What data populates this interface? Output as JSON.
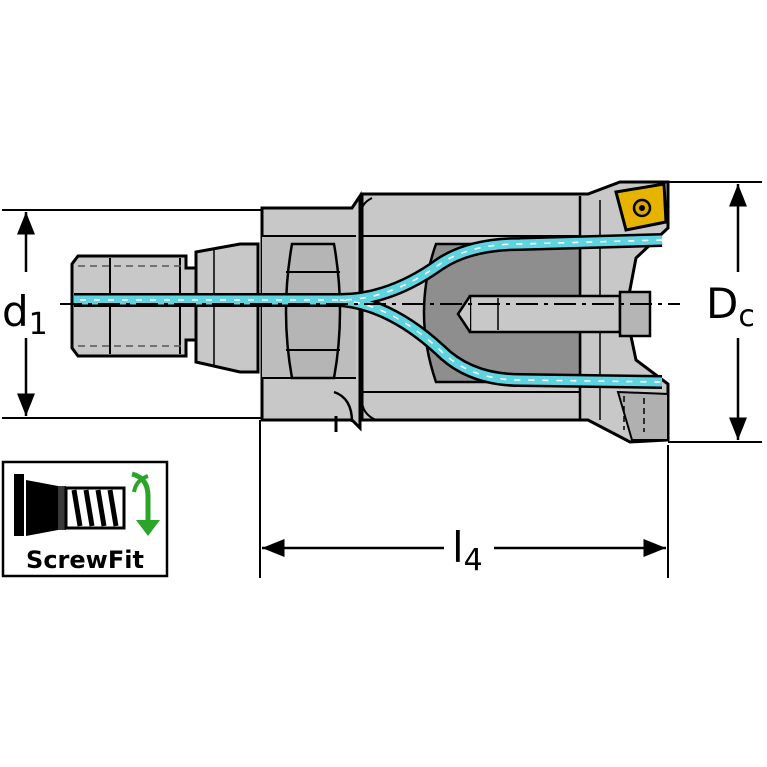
{
  "dimensions": {
    "d1": {
      "main": "d",
      "sub": "1"
    },
    "dc": {
      "main": "D",
      "sub": "c"
    },
    "l4": {
      "main": "l",
      "sub": "4"
    }
  },
  "badge": {
    "label": "ScrewFit",
    "arrow_color": "#2aa52a"
  },
  "colors": {
    "body_fill": "#c8c8c8",
    "body_dark": "#a8a8a8",
    "inner_dark": "#8e8e8e",
    "coolant": "#5fd3e0",
    "insert": "#e6b400",
    "outline": "#000000"
  }
}
